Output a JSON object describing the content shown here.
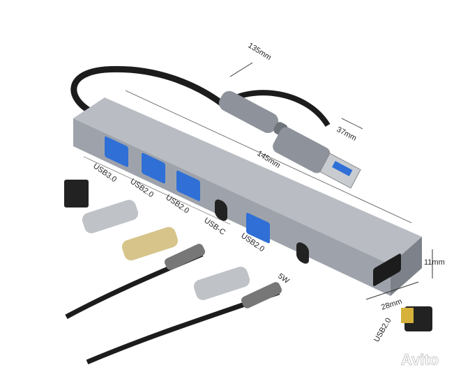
{
  "dimensions": {
    "cable_length": "135mm",
    "adapter_length": "37mm",
    "hub_length": "145mm",
    "hub_height": "11mm",
    "port_width": "28mm"
  },
  "ports": [
    {
      "label": "USB3.0"
    },
    {
      "label": "USB2.0"
    },
    {
      "label": "USB2.0"
    },
    {
      "label": "USB-C"
    },
    {
      "label": "USB2.0"
    },
    {
      "label": "5W"
    }
  ],
  "end_port_label": "USB2.0",
  "watermark": "Avito",
  "colors": {
    "hub_body": "#9ea3ab",
    "hub_top": "#b9bdc3",
    "port_blue": "#2f6fd6",
    "cable": "#1c1c1c"
  }
}
